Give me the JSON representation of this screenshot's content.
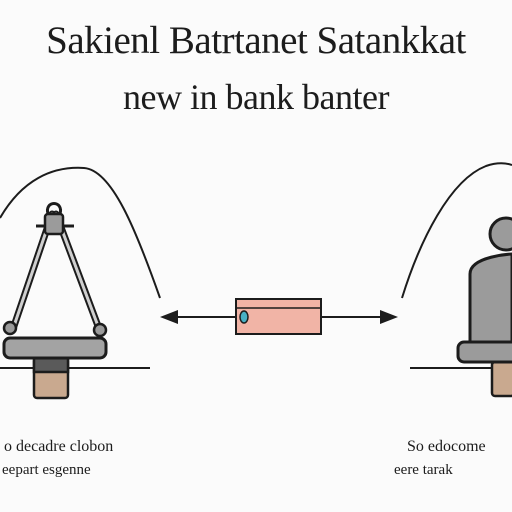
{
  "title": {
    "line1": "Sakienl Batrtanet Satankkat",
    "line2": "new in bank banter"
  },
  "captions": {
    "left_line1": "o decadre clobon",
    "left_line2": "eepart esgenne",
    "right_line1": "So edocome",
    "right_line2": "eere tarak"
  },
  "colors": {
    "ink": "#1c1c1c",
    "box_fill": "#f1b4a6",
    "device_fill": "#9b9b9b",
    "base_fill": "#c9a98f",
    "dot": "#47b0c4"
  },
  "icons": {
    "left": "tripod-stand-icon",
    "center": "battery-box-icon",
    "right": "seated-person-icon"
  }
}
